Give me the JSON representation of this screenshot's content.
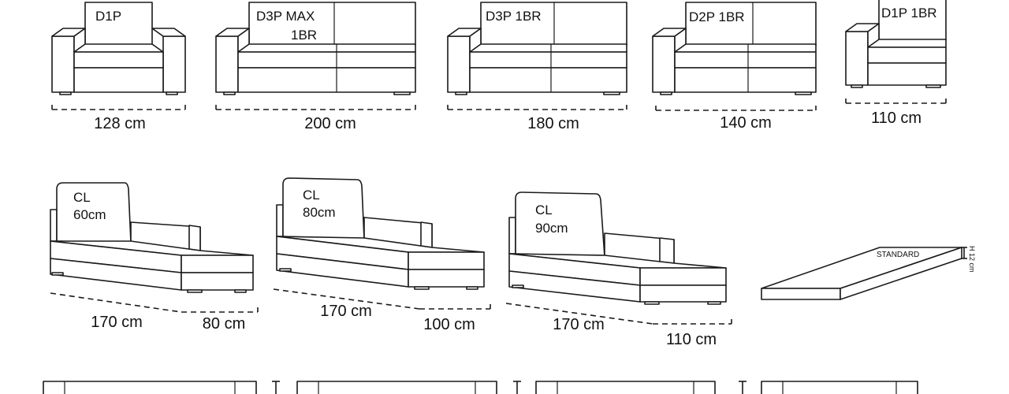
{
  "row1": [
    {
      "module": "D1P",
      "width": "128 cm"
    },
    {
      "module_line1": "D3P MAX",
      "module_line2": "1BR",
      "width": "200 cm"
    },
    {
      "module": "D3P 1BR",
      "width": "180 cm"
    },
    {
      "module": "D2P 1BR",
      "width": "140 cm"
    },
    {
      "module": "D1P 1BR",
      "width": "110 cm"
    }
  ],
  "row2": [
    {
      "line1": "CL",
      "line2": "60cm",
      "length": "170 cm",
      "width": "80 cm"
    },
    {
      "line1": "CL",
      "line2": "80cm",
      "length": "170 cm",
      "width": "100 cm"
    },
    {
      "line1": "CL",
      "line2": "90cm",
      "length": "170 cm",
      "width": "110 cm"
    }
  ],
  "mattress": {
    "label": "STANDARD",
    "height": "H 12 cm"
  }
}
